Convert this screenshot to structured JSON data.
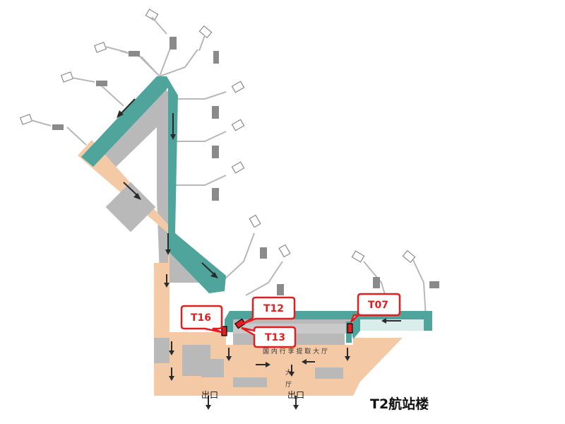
{
  "title": "T2航站楼",
  "colors": {
    "corridor": "#4fa59c",
    "corridor_dark": "#2f7f78",
    "hall": "#f3c9a6",
    "block": "#b9b9b9",
    "callout": "#e02020"
  },
  "callouts": [
    {
      "id": "T16",
      "label": "T16"
    },
    {
      "id": "T12",
      "label": "T12"
    },
    {
      "id": "T13",
      "label": "T13"
    },
    {
      "id": "T07",
      "label": "T07"
    }
  ],
  "labels": {
    "baggage_hall": "国 内 行 李 提 取 大 厅",
    "hall_char1": "大",
    "hall_char2": "厅",
    "exit1": "出口",
    "exit2": "出口"
  }
}
